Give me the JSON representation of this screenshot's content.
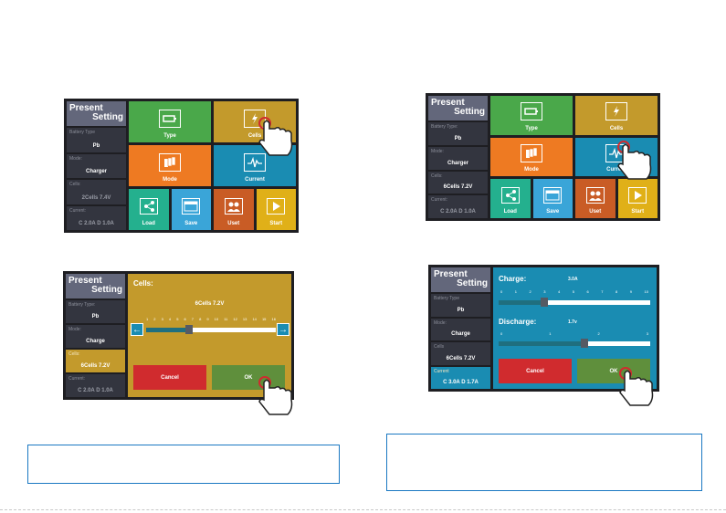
{
  "sidebar_common": {
    "present": "Present",
    "setting": "Setting",
    "battery_type_label": "Battery Type",
    "battery_type_label_colon": "Battery Type:",
    "mode_label": "Mode",
    "mode_label_colon": "Mode:",
    "cells_label": "Cells",
    "cells_label_colon": "Cells:",
    "current_label": "Current",
    "current_label_colon": "Current:"
  },
  "screen1": {
    "battery_type": "Pb",
    "mode": "Charger",
    "cells": "2Cells  7.4V",
    "current": "C 2.0A  D 1.0A",
    "tiles": [
      "Type",
      "Cells",
      "Mode",
      "Current",
      "Load",
      "Save",
      "Uset",
      "Start"
    ]
  },
  "screen2": {
    "battery_type": "Pb",
    "mode": "Charger",
    "cells": "6Cells  7.2V",
    "current": "C 2.0A  D 1.0A",
    "tiles": [
      "Type",
      "Cells",
      "Mode",
      "Current",
      "Load",
      "Save",
      "Uset",
      "Start"
    ]
  },
  "screen3": {
    "battery_type": "Pb",
    "mode": "Charge",
    "cells": "6Cells  7.2V",
    "current": "C 2.0A  D 1.0A",
    "panel_title": "Cells:",
    "panel_value": "6Cells  7.2V",
    "scale": [
      "1",
      "2",
      "3",
      "4",
      "5",
      "6",
      "7",
      "8",
      "9",
      "10",
      "11",
      "12",
      "13",
      "14",
      "15",
      "16"
    ],
    "slider_level": 6,
    "cancel": "Cancel",
    "ok": "OK"
  },
  "screen4": {
    "battery_type": "Pb",
    "mode": "Charge",
    "cells": "6Cells  7.2V",
    "current": "C 3.0A  D 1.7A",
    "charge_label": "Charge:",
    "charge_value": "3.0A",
    "charge_scale": [
      "0",
      "1",
      "2",
      "3",
      "4",
      "5",
      "6",
      "7",
      "8",
      "9",
      "10"
    ],
    "charge_level": 3,
    "discharge_label": "Discharge:",
    "discharge_value": "1.7v",
    "discharge_scale": [
      "0",
      "1",
      "2",
      "3"
    ],
    "discharge_level": 1.7,
    "cancel": "Cancel",
    "ok": "OK"
  },
  "colors": {
    "type_tile": "#4aa84a",
    "cells_tile": "#c39a2c",
    "mode_tile": "#ee7a22",
    "current_tile": "#1a8cb2",
    "cancel": "#d02b2e",
    "ok": "#5f8f3c"
  }
}
